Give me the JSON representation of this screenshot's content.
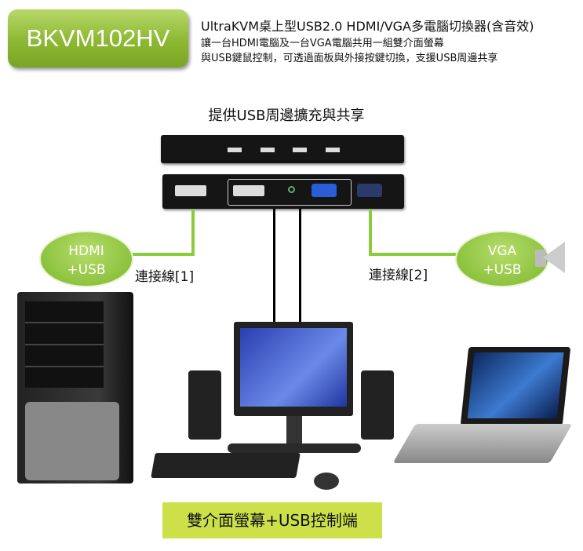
{
  "badge": {
    "model": "BKVM102HV"
  },
  "header": {
    "title": "UltraKVM桌上型USB2.0 HDMI/VGA多電腦切換器(含音效)",
    "line1": "讓一台HDMI電腦及一台VGA電腦共用一組雙介面螢幕",
    "line2": "與USB鍵鼠控制，可透過面板與外接按鍵切換，支援USB周邊共享"
  },
  "diagram": {
    "share_title": "提供USB周邊擴充與共享",
    "left_bubble": {
      "line1": "HDMI",
      "line2": "+USB"
    },
    "right_bubble": {
      "line1": "VGA",
      "line2": "+USB"
    },
    "cable1": "連接線[1]",
    "cable2": "連接線[2]",
    "console_label": "雙介面螢幕+USB控制端",
    "colors": {
      "green": "#8cb832",
      "line_green": "#8ccc3a",
      "label_bg": "#cde04a"
    }
  }
}
